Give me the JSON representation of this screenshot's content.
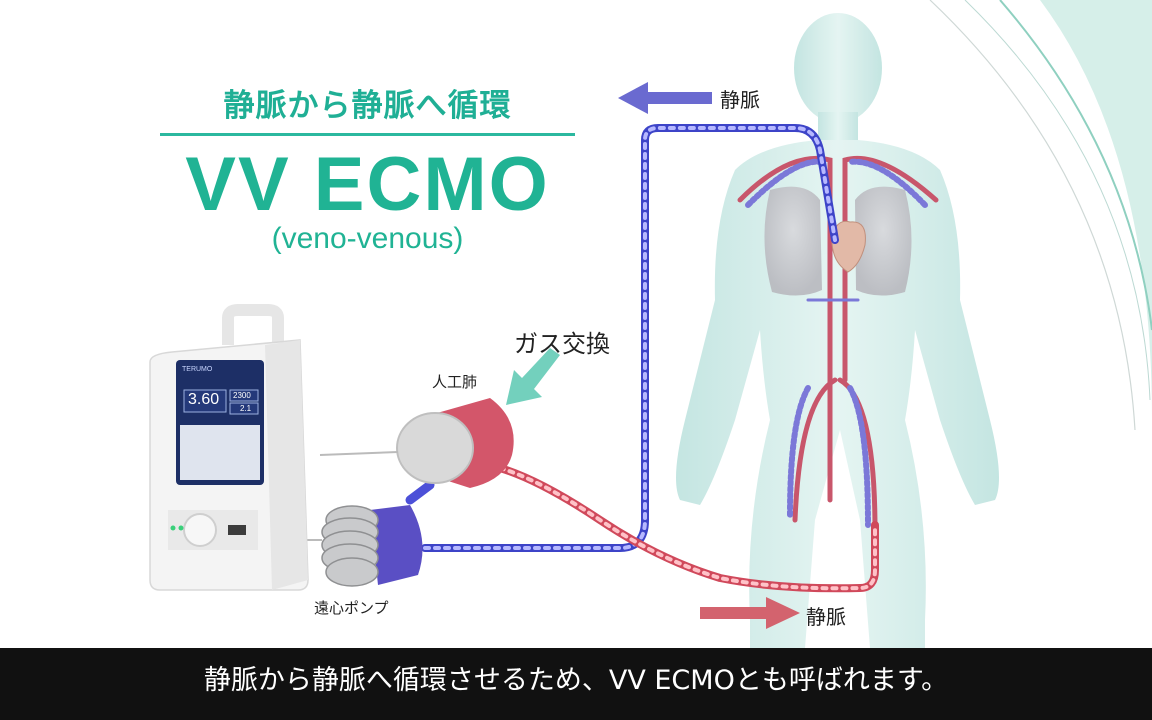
{
  "title": {
    "japanese": "静脈から静脈へ循環",
    "main": "VV ECMO",
    "sub": "(veno-venous)"
  },
  "labels": {
    "vein_out": "静脈",
    "vein_in": "静脈",
    "gas_exchange": "ガス交換",
    "artificial_lung": "人工肺",
    "centrifugal_pump": "遠心ポンプ"
  },
  "device": {
    "brand": "TERUMO",
    "main_readout": "3.60",
    "side_readout_1": "2300",
    "side_readout_2": "2.1"
  },
  "subtitle": "静脈から静脈へ循環させるため、VV ECMOとも呼ばれます。",
  "colors": {
    "accent_green": "#20b394",
    "venous_blue": "#6a6ad0",
    "arterial_red": "#d3636e",
    "subtitle_bg": "#111111"
  }
}
